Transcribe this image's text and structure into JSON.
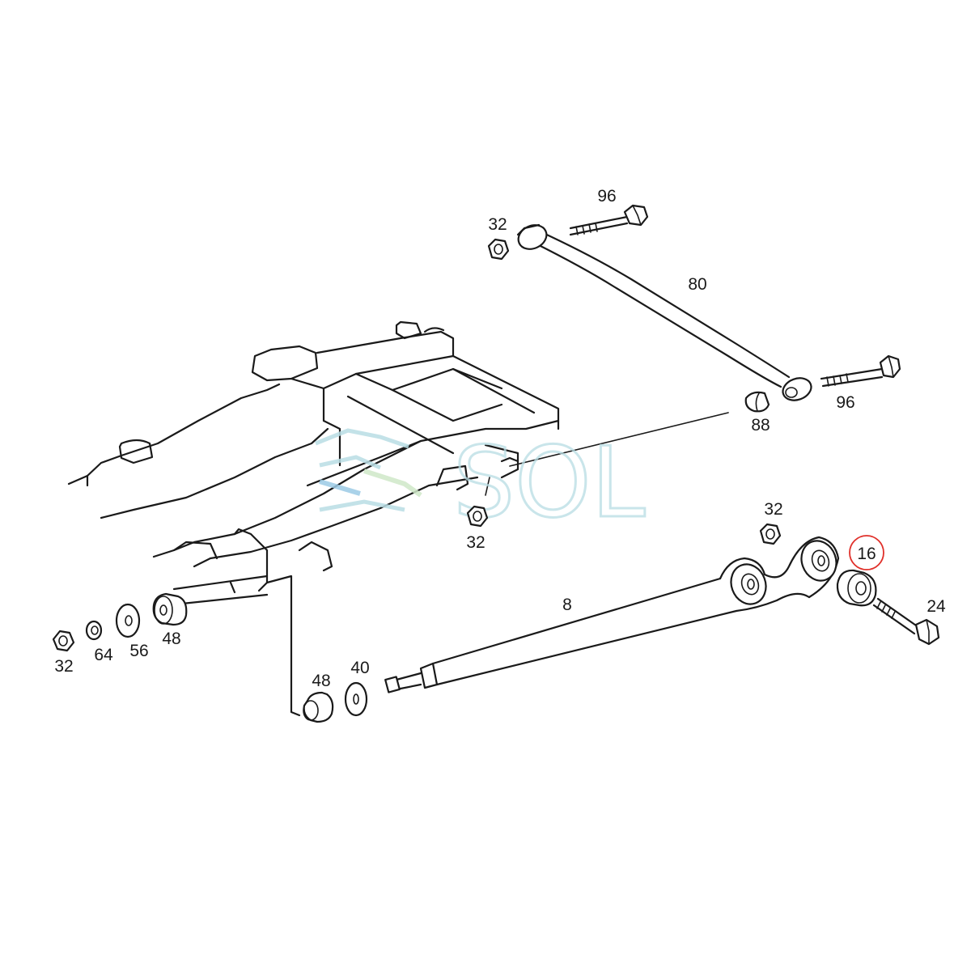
{
  "watermark": {
    "text": "SOL",
    "colors": {
      "outline": "#b9dde4",
      "blue_stroke": "#9ccbe6",
      "green_stroke": "#cfe8c8"
    }
  },
  "highlight_color": "#e0302a",
  "callouts": {
    "c96_top": "96",
    "c32_top": "32",
    "c80": "80",
    "c96_right": "96",
    "c88": "88",
    "c32_mid": "32",
    "c32_right": "32",
    "c16": "16",
    "c24": "24",
    "c8": "8",
    "c32_left": "32",
    "c64": "64",
    "c56": "56",
    "c48_left": "48",
    "c48_bottom": "48",
    "c40": "40"
  }
}
